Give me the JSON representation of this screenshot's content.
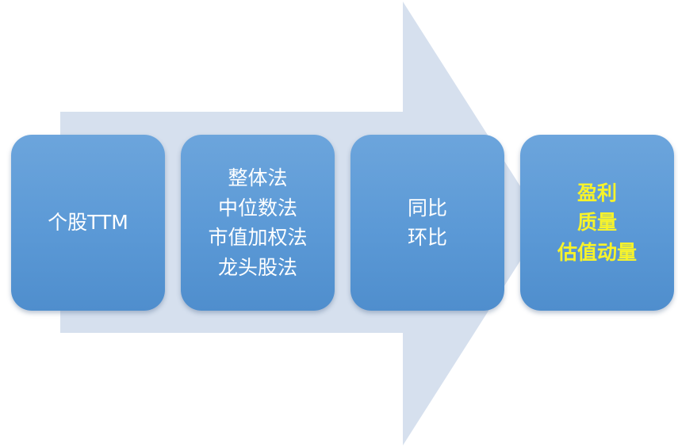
{
  "boxes": [
    {
      "lines": [
        "个股TTM"
      ]
    },
    {
      "lines": [
        "整体法",
        "中位数法",
        "市值加权法",
        "龙头股法"
      ]
    },
    {
      "lines": [
        "同比",
        "环比"
      ]
    },
    {
      "lines": [
        "盈利",
        "质量",
        "估值动量"
      ]
    }
  ],
  "colors": {
    "arrow": "#d6e0ee",
    "box": "#5b99d6",
    "box_text": "#ffffff",
    "highlight_text": "#f7f32a"
  }
}
